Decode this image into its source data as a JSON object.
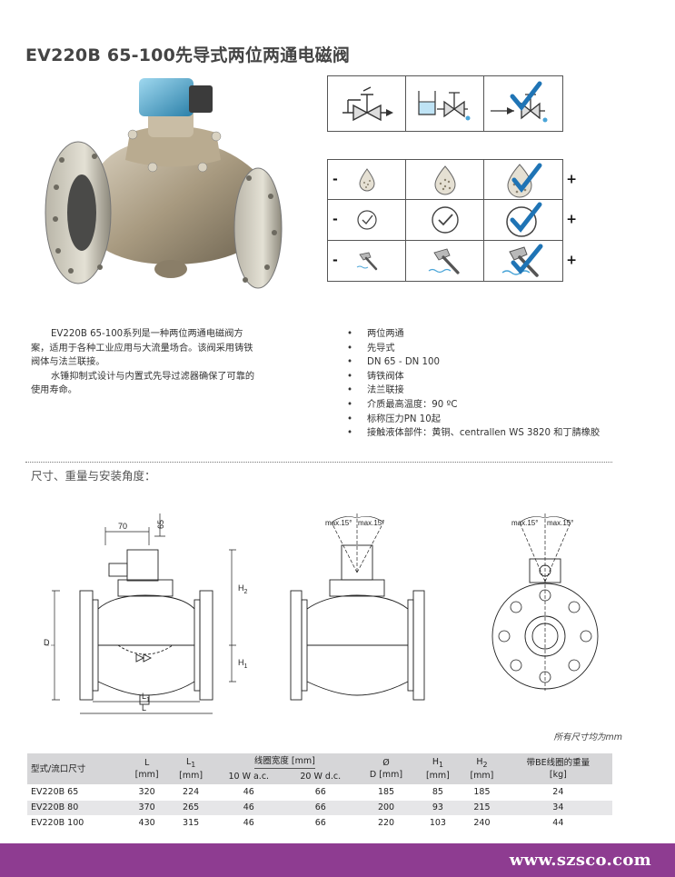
{
  "title": "EV220B 65-100先导式两位两通电磁阀",
  "icons": {
    "row1": [
      "valve-symbol-icon",
      "water-level-valve-icon",
      "valve-check-icon"
    ],
    "row2": [
      "drop-small-icon",
      "drop-medium-icon",
      "drop-large-check-icon"
    ],
    "row3": [
      "clock-small-icon",
      "clock-medium-icon",
      "clock-large-check-icon"
    ],
    "row4": [
      "hammer-small-icon",
      "hammer-medium-icon",
      "hammer-large-check-icon"
    ],
    "minus": "-",
    "plus": "+"
  },
  "description": {
    "p1": "EV220B 65-100系列是一种两位两通电磁阀方案，适用于各种工业应用与大流量场合。该阀采用铸铁阀体与法兰联接。",
    "p2": "水锤抑制式设计与内置式先导过滤器确保了可靠的使用寿命。"
  },
  "features": [
    "两位两通",
    "先导式",
    "DN 65 - DN 100",
    "铸铁阀体",
    "法兰联接",
    "介质最高温度：90 ºC",
    "标称压力PN 10起",
    "接触液体部件：黄铜、centrallen WS 3820 和丁腈橡胶"
  ],
  "section_title": "尺寸、重量与安装角度：",
  "drawing_labels": {
    "dim70": "70",
    "dim65": "65",
    "h2": "H",
    "h2_sub": "2",
    "h1": "H",
    "h1_sub": "1",
    "d": "D",
    "l1": "L",
    "l1_sub": "1",
    "l": "L",
    "max15a": "max.15°",
    "max15b": "max.15°",
    "max15c": "max.15°",
    "max15d": "max.15°"
  },
  "note": "所有尺寸均为mm",
  "table": {
    "headers": {
      "type": "型式/流口尺寸",
      "l": "L",
      "l_unit": "[mm]",
      "l1": "L",
      "l1_sub": "1",
      "l1_unit": "[mm]",
      "coil": "线圈宽度 [mm]",
      "coil_ac": "10 W a.c.",
      "coil_dc": "20 W d.c.",
      "d": "Ø",
      "d_unit": "D [mm]",
      "h1": "H",
      "h1_sub": "1",
      "h1_unit": "[mm]",
      "h2": "H",
      "h2_sub": "2",
      "h2_unit": "[mm]",
      "weight": "带BE线圈的重量",
      "weight_unit": "[kg]"
    },
    "rows": [
      [
        "EV220B 65",
        "320",
        "224",
        "46",
        "66",
        "185",
        "85",
        "185",
        "24"
      ],
      [
        "EV220B 80",
        "370",
        "265",
        "46",
        "66",
        "200",
        "93",
        "215",
        "34"
      ],
      [
        "EV220B 100",
        "430",
        "315",
        "46",
        "66",
        "220",
        "103",
        "240",
        "44"
      ]
    ]
  },
  "footer": {
    "url": "www.szsco.com",
    "color": "#8e3c91"
  }
}
